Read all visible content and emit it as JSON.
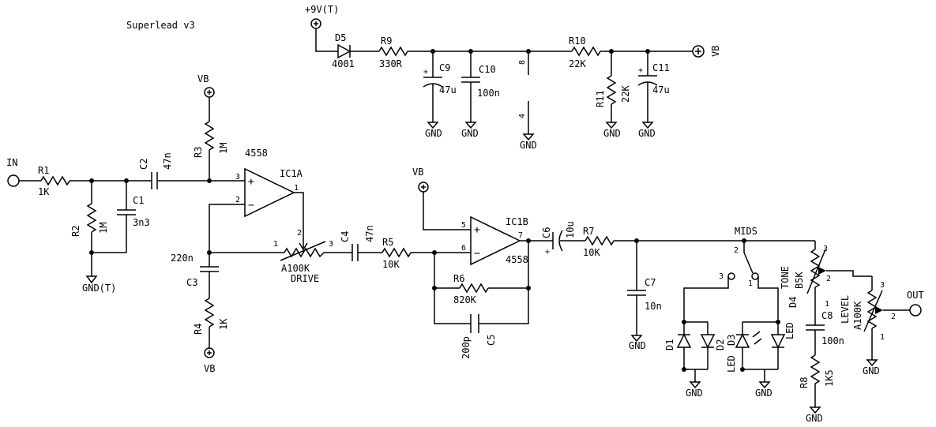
{
  "title": "Superlead v3",
  "labels": {
    "in": "IN",
    "out": "OUT",
    "v9": "+9V(T)",
    "vb": "VB",
    "gnd": "GND",
    "gndt": "GND(T)",
    "mids": "MIDS",
    "drive": "DRIVE",
    "tone": "TONE",
    "level": "LEVEL",
    "led": "LED"
  },
  "components": {
    "R1": {
      "ref": "R1",
      "value": "1K"
    },
    "R2": {
      "ref": "R2",
      "value": "1M"
    },
    "R3": {
      "ref": "R3",
      "value": "1M"
    },
    "R4": {
      "ref": "R4",
      "value": "1K"
    },
    "R5": {
      "ref": "R5",
      "value": "10K"
    },
    "R6": {
      "ref": "R6",
      "value": "820K"
    },
    "R7": {
      "ref": "R7",
      "value": "10K"
    },
    "R8": {
      "ref": "R8",
      "value": "1K5"
    },
    "R9": {
      "ref": "R9",
      "value": "330R"
    },
    "R10": {
      "ref": "R10",
      "value": "22K"
    },
    "R11": {
      "ref": "R11",
      "value": "22K"
    },
    "C1": {
      "ref": "C1",
      "value": "3n3"
    },
    "C2": {
      "ref": "C2",
      "value": "47n"
    },
    "C3": {
      "ref": "C3",
      "value": "220n"
    },
    "C4": {
      "ref": "C4",
      "value": "47n"
    },
    "C5": {
      "ref": "C5",
      "value": "200p"
    },
    "C6": {
      "ref": "C6",
      "value": "10u"
    },
    "C7": {
      "ref": "C7",
      "value": "10n"
    },
    "C8": {
      "ref": "C8",
      "value": "100n"
    },
    "C9": {
      "ref": "C9",
      "value": "47u"
    },
    "C10": {
      "ref": "C10",
      "value": "100n"
    },
    "C11": {
      "ref": "C11",
      "value": "47u"
    },
    "D1": {
      "ref": "D1"
    },
    "D2": {
      "ref": "D2"
    },
    "D3": {
      "ref": "D3"
    },
    "D4": {
      "ref": "D4"
    },
    "D5": {
      "ref": "D5",
      "value": "4001"
    },
    "IC1A": {
      "ref": "IC1A",
      "value": "4558"
    },
    "IC1B": {
      "ref": "IC1B",
      "value": "4558"
    },
    "DRIVE_POT": {
      "value": "A100K"
    },
    "TONE_POT": {
      "value": "B5K"
    },
    "LEVEL_POT": {
      "value": "A100K"
    }
  },
  "pins": {
    "p1": "1",
    "p2": "2",
    "p3": "3",
    "p4": "4",
    "p5": "5",
    "p6": "6",
    "p7": "7",
    "p8": "8"
  }
}
